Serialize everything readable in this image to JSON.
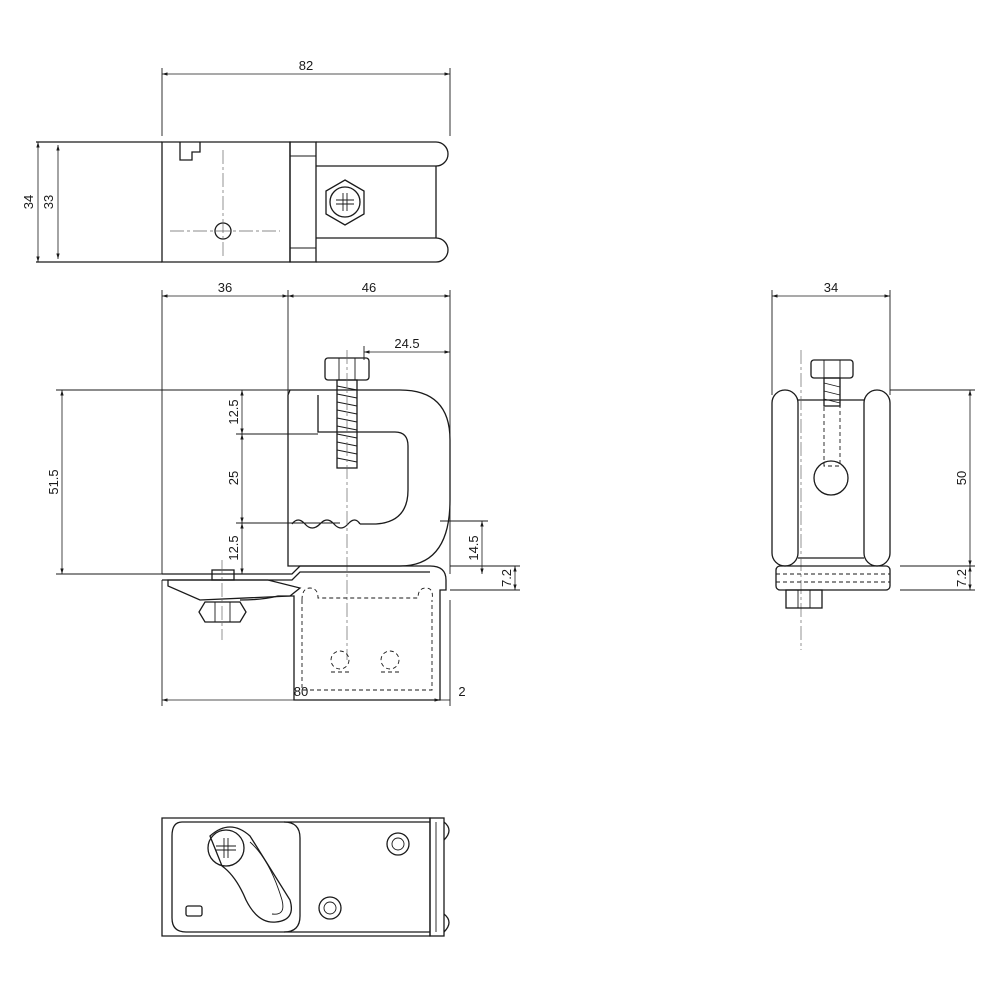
{
  "drawing": {
    "top_view": {
      "width": "82",
      "height_outer": "34",
      "height_inner": "33"
    },
    "front_view": {
      "left_part": "36",
      "right_part": "46",
      "bolt_offset": "24.5",
      "overall_height": "51.5",
      "upper_gap": "12.5",
      "jaw_opening": "25",
      "lower_gap": "12.5",
      "teeth_height": "14.5",
      "base_thickness": "7.2",
      "base_length": "80",
      "edge": "2"
    },
    "side_view": {
      "width": "34",
      "height": "50",
      "base_thickness": "7.2"
    }
  }
}
